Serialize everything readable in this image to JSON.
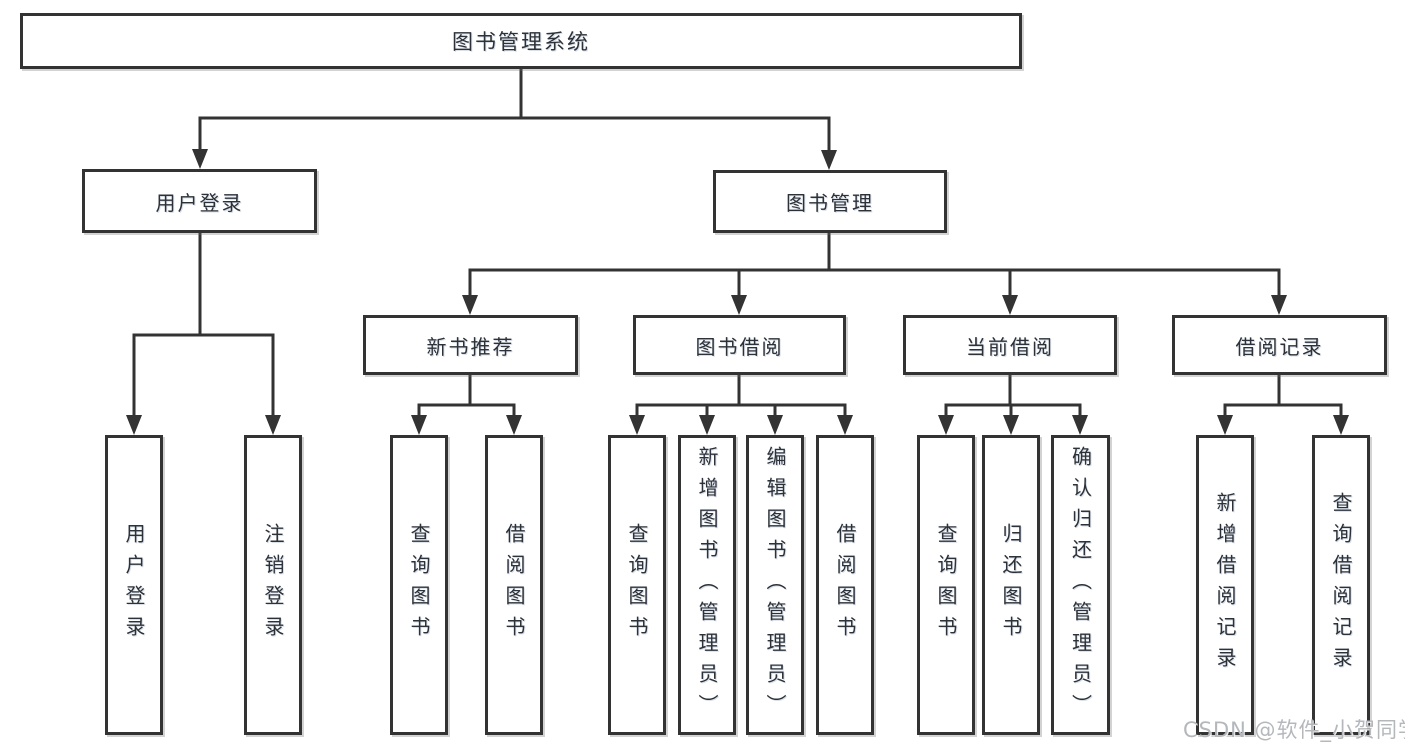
{
  "diagram_title": "图书管理系统",
  "tree": {
    "root": {
      "label": "图书管理系统"
    },
    "branches": [
      {
        "label": "用户登录",
        "children": [
          {
            "label": "用户登录"
          },
          {
            "label": "注销登录"
          }
        ]
      },
      {
        "label": "图书管理",
        "children": [
          {
            "label": "新书推荐",
            "children": [
              {
                "label": "查询图书"
              },
              {
                "label": "借阅图书"
              }
            ]
          },
          {
            "label": "图书借阅",
            "children": [
              {
                "label": "查询图书"
              },
              {
                "label": "新增图书（管理员）"
              },
              {
                "label": "编辑图书（管理员）"
              },
              {
                "label": "借阅图书"
              }
            ]
          },
          {
            "label": "当前借阅",
            "children": [
              {
                "label": "查询图书"
              },
              {
                "label": "归还图书"
              },
              {
                "label": "确认归还（管理员）"
              }
            ]
          },
          {
            "label": "借阅记录",
            "children": [
              {
                "label": "新增借阅记录"
              },
              {
                "label": "查询借阅记录"
              }
            ]
          }
        ]
      }
    ]
  },
  "watermark": "CSDN @软件_小贺同学",
  "colors": {
    "line": "#333333",
    "box_border": "#333333",
    "text": "#2f3235",
    "background": "#ffffff",
    "watermark": "#b4b8bc"
  }
}
